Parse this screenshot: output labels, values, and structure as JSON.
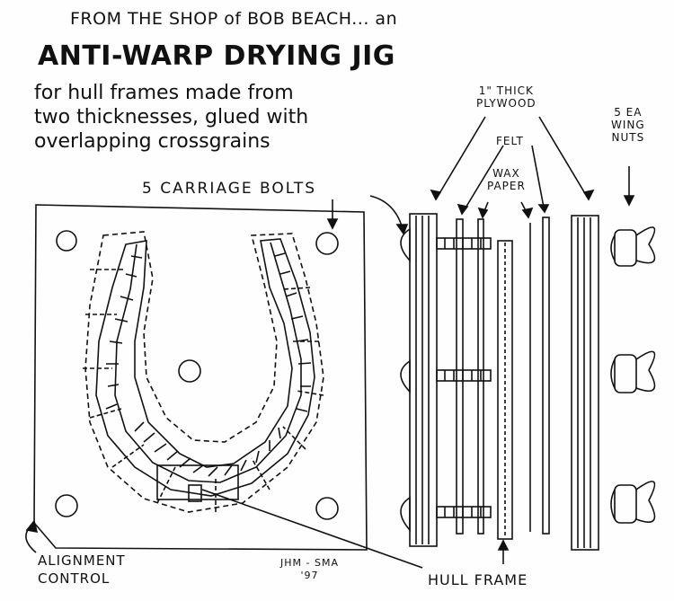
{
  "header": {
    "line1": "FROM THE SHOP of BOB BEACH... an",
    "title": "ANTI-WARP DRYING JIG",
    "subtitle_lines": [
      "for hull frames made from",
      "two thicknesses, glued with",
      "overlapping crossgrains"
    ]
  },
  "labels": {
    "carriage_bolts": "5 CARRIAGE BOLTS",
    "plywood_line1": "1\" THICK",
    "plywood_line2": "PLYWOOD",
    "felt": "FELT",
    "wax_paper_line1": "WAX",
    "wax_paper_line2": "PAPER",
    "wing_nuts_line1": "5 EA",
    "wing_nuts_line2": "WING",
    "wing_nuts_line3": "NUTS",
    "alignment_line1": "ALIGNMENT",
    "alignment_line2": "CONTROL",
    "hull_frame": "HULL FRAME",
    "signature_line1": "JHM - SMA",
    "signature_line2": "'97"
  }
}
